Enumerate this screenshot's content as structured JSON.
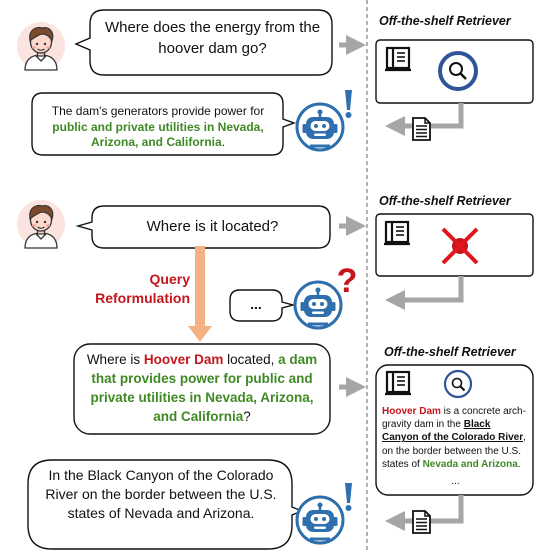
{
  "turn1": {
    "user_question": "Where does the energy from the hoover dam go?",
    "retriever_title": "Off-the-shelf Retriever",
    "answer_prefix": "The dam's generators provide power for ",
    "answer_highlight": "public and private utilities in Nevada, Arizona, and California",
    "answer_suffix": "."
  },
  "turn2": {
    "user_question": "Where is it located?",
    "retriever_title": "Off-the-shelf Retriever",
    "bot_reply": "...",
    "reformulation_label_line1": "Query",
    "reformulation_label_line2": "Reformulation"
  },
  "reformulated": {
    "prefix": "Where is ",
    "entity": "Hoover Dam",
    "middle": " located, ",
    "context": "a dam that provides power for public and private utilities in Nevada, Arizona, and California",
    "suffix": "?"
  },
  "turn3": {
    "retriever_title": "Off-the-shelf Retriever",
    "passage": {
      "entity": "Hoover Dam",
      "text1": " is a concrete arch-gravity dam in the ",
      "location": "Black Canyon of the Colorado River",
      "text2": ", on the border between the U.S. states of ",
      "states": "Nevada and Arizona",
      "text3": ".",
      "ellipsis": "..."
    },
    "answer": "In the Black Canyon of the Colorado River on the border between the U.S. states of Nevada and Arizona."
  },
  "colors": {
    "green": "#3f8a24",
    "red": "#c4161c",
    "gray_arrow": "#a6a6a6",
    "orange_arrow": "#f4b183",
    "avatar_bg": "#fbe3df",
    "bot_blue": "#2f6fae",
    "magnifier": "#2f5597",
    "cross": "#e0161c"
  },
  "icons": [
    "user-avatar-icon",
    "chatbot-icon",
    "exclamation-icon",
    "question-mark-icon",
    "book-icon",
    "magnifier-icon",
    "cross-icon",
    "document-icon"
  ]
}
